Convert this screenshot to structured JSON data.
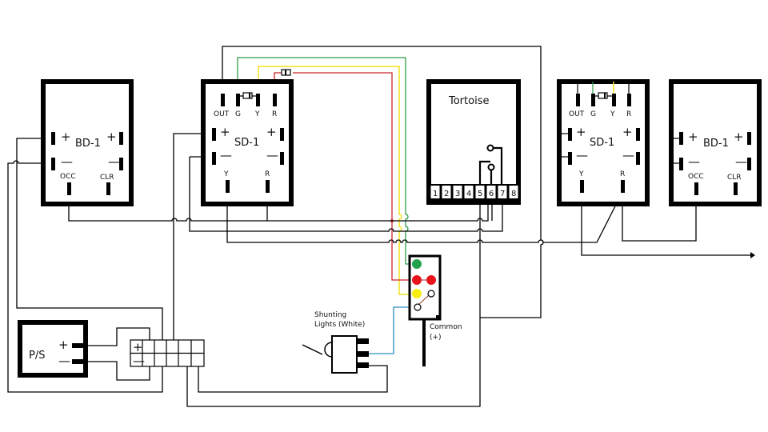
{
  "diagram": {
    "type": "wiring-schematic",
    "components": {
      "bd1_left": {
        "title": "BD-1",
        "plus_left": "+",
        "plus_right": "+",
        "minus_left": "—",
        "minus_right": "—",
        "occ": "OCC",
        "clr": "CLR"
      },
      "sd1_left": {
        "title": "SD-1",
        "top_labels": [
          "OUT",
          "G",
          "Y",
          "R"
        ],
        "plus_left": "+",
        "plus_right": "+",
        "minus_left": "—",
        "minus_right": "—",
        "bottom_labels": [
          "Y",
          "R"
        ]
      },
      "tortoise": {
        "title": "Tortoise",
        "terminals": [
          "1",
          "2",
          "3",
          "4",
          "5",
          "6",
          "7",
          "8"
        ]
      },
      "sd1_right": {
        "title": "SD-1",
        "top_labels": [
          "OUT",
          "G",
          "Y",
          "R"
        ],
        "plus_left": "+",
        "plus_right": "+",
        "minus_left": "—",
        "minus_right": "—",
        "bottom_labels": [
          "Y",
          "R"
        ]
      },
      "bd1_right": {
        "title": "BD-1",
        "plus_left": "+",
        "plus_right": "+",
        "minus_left": "—",
        "minus_right": "—",
        "occ": "OCC",
        "clr": "CLR"
      },
      "power_supply": {
        "title": "P/S",
        "plus": "+",
        "minus": "—"
      },
      "terminal_strip": {
        "plus": "+",
        "minus": "—"
      },
      "signal_head": {
        "common_label_1": "Common",
        "common_label_2": "(+)"
      },
      "toggle_switch": {
        "label_1": "Shunting",
        "label_2": "Lights (White)"
      }
    },
    "colors": {
      "wire_black": "#000000",
      "wire_green": "#2e9b4a",
      "wire_yellow": "#f2e21c",
      "wire_red": "#c8262c",
      "wire_blue": "#2a8fbf",
      "lamp_green": "#22a34a",
      "lamp_red": "#e8141c",
      "lamp_yellow": "#f8ee10",
      "lamp_white": "#ffffff"
    }
  }
}
